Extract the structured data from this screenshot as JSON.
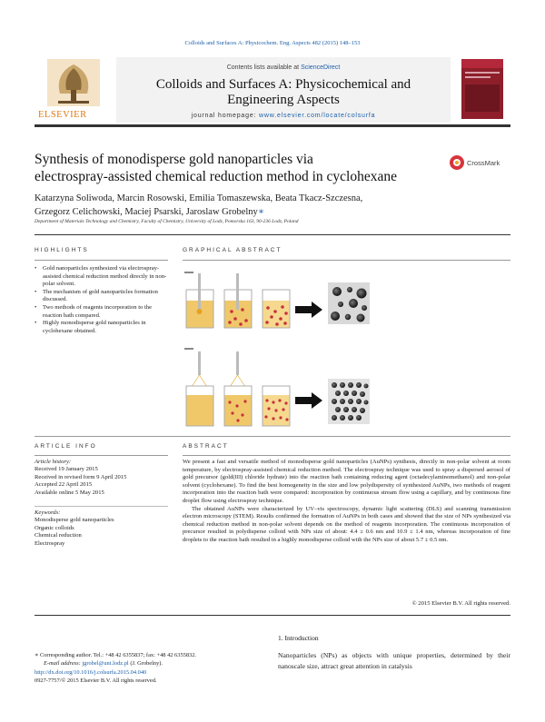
{
  "journal_ref": "Colloids and Surfaces A: Physicochem. Eng. Aspects 482 (2015) 148–153",
  "header": {
    "contents_prefix": "Contents lists available at",
    "contents_link": "ScienceDirect",
    "journal_name_line1": "Colloids and Surfaces A: Physicochemical and",
    "journal_name_line2": "Engineering Aspects",
    "homepage_prefix": "journal homepage:",
    "homepage_url": "www.elsevier.com/locate/colsurfa",
    "publisher": "ELSEVIER"
  },
  "article": {
    "title_line1": "Synthesis of monodisperse gold nanoparticles via",
    "title_line2": "electrospray-assisted chemical reduction method in cyclohexane",
    "crossmark": "CrossMark",
    "authors_line1": "Katarzyna Soliwoda, Marcin Rosowski, Emilia Tomaszewska, Beata Tkacz-Szczesna,",
    "authors_line2": "Grzegorz Celichowski, Maciej Psarski, Jaroslaw Grobelny",
    "author_mark": "∗",
    "affiliation": "Department of Materials Technology and Chemistry, Faculty of Chemistry, University of Lodz, Pomorska 163, 90-236 Lodz, Poland"
  },
  "highlights": {
    "heading": "HIGHLIGHTS",
    "items": [
      "Gold nanoparticles synthesized via electrospray-assisted chemical reduction method directly in non-polar solvent.",
      "The mechanism of gold nanoparticles formation discussed.",
      "Two methods of reagents incorporation to the reaction bath compared.",
      "Highly monodisperse gold nanoparticles in cyclohexane obtained."
    ]
  },
  "graphical_abstract": {
    "heading": "GRAPHICAL ABSTRACT"
  },
  "article_info": {
    "heading": "ARTICLE INFO",
    "history_label": "Article history:",
    "received": "Received 19 January 2015",
    "revised": "Received in revised form 9 April 2015",
    "accepted": "Accepted 22 April 2015",
    "online": "Available online 5 May 2015",
    "keywords_label": "Keywords:",
    "keywords": [
      "Monodisperse gold nanoparticles",
      "Organic colloids",
      "Chemical reduction",
      "Electrospray"
    ]
  },
  "abstract": {
    "heading": "ABSTRACT",
    "p1": "We present a fast and versatile method of monodisperse gold nanoparticles (AuNPs) synthesis, directly in non-polar solvent at room temperature, by electrospray-assisted chemical reduction method. The electrospray technique was used to spray a dispersed aerosol of gold precursor (gold(III) chloride hydrate) into the reaction bath containing reducing agent (octadecylaminomethanol) and non-polar solvent (cyclohexane). To find the best homogeneity in the size and low polydispersity of synthesized AuNPs, two methods of reagent incorporation into the reaction bath were compared: incorporation by continuous stream flow using a capillary, and by continuous fine droplet flow using electrospray technique.",
    "p2": "The obtained AuNPs were characterized by UV–vis spectroscopy, dynamic light scattering (DLS) and scanning transmission electron microscopy (STEM). Results confirmed the formation of AuNPs in both cases and showed that the size of NPs synthesized via chemical reduction method in non-polar solvent depends on the method of reagents incorporation. The continuous incorporation of precursor resulted in polydisperse colloid with NPs size of about: 4.4 ± 0.6 nm and 10.9 ± 1.4 nm, whereas incorporation of fine droplets to the reaction bath resulted in a highly monodisperse colloid with the NPs size of about 5.7 ± 0.5 nm.",
    "copyright": "© 2015 Elsevier B.V. All rights reserved."
  },
  "introduction": {
    "heading": "1.  Introduction",
    "text": "Nanoparticles (NPs) as objects with unique properties, determined by their nanoscale size, attract great attention in catalysis"
  },
  "footnote": {
    "corresponding": "∗  Corresponding author. Tel.: +48 42 6355837; fax: +48 42 6355832.",
    "email_label": "E-mail address:",
    "email": "jgrobel@uni.lodz.pl",
    "email_suffix": "(J. Grobelny).",
    "doi": "http://dx.doi.org/10.1016/j.colsurfa.2015.04.040",
    "issn": "0927-7757/© 2015 Elsevier B.V. All rights reserved."
  },
  "colors": {
    "link": "#1a5ea8",
    "elsevier_orange": "#e07a10",
    "gold_liquid": "#f0c86a",
    "particle_red": "#c8323c"
  }
}
